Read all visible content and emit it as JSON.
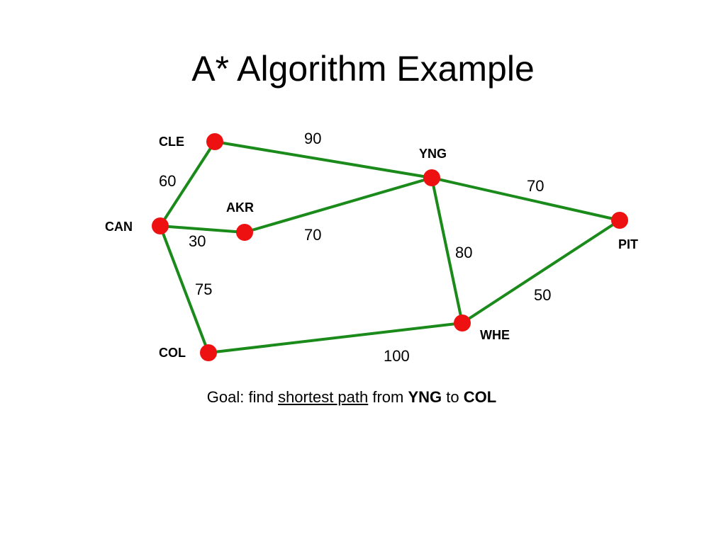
{
  "title": "A* Algorithm Example",
  "colors": {
    "node_fill": "#ee1111",
    "edge_stroke": "#1a8a1a"
  },
  "graph": {
    "nodes": [
      {
        "id": "CLE",
        "label": "CLE"
      },
      {
        "id": "YNG",
        "label": "YNG"
      },
      {
        "id": "CAN",
        "label": "CAN"
      },
      {
        "id": "AKR",
        "label": "AKR"
      },
      {
        "id": "PIT",
        "label": "PIT"
      },
      {
        "id": "WHE",
        "label": "WHE"
      },
      {
        "id": "COL",
        "label": "COL"
      }
    ],
    "edges": [
      {
        "from": "CLE",
        "to": "YNG",
        "weight": "90"
      },
      {
        "from": "CLE",
        "to": "CAN",
        "weight": "60"
      },
      {
        "from": "CAN",
        "to": "AKR",
        "weight": "30"
      },
      {
        "from": "AKR",
        "to": "YNG",
        "weight": "70"
      },
      {
        "from": "YNG",
        "to": "PIT",
        "weight": "70"
      },
      {
        "from": "YNG",
        "to": "WHE",
        "weight": "80"
      },
      {
        "from": "CAN",
        "to": "COL",
        "weight": "75"
      },
      {
        "from": "PIT",
        "to": "WHE",
        "weight": "50"
      },
      {
        "from": "COL",
        "to": "WHE",
        "weight": "100"
      }
    ]
  },
  "goal": {
    "prefix": "Goal: find ",
    "link_text": "shortest path",
    "middle": " from ",
    "start": "YNG",
    "connector": " to ",
    "end": "COL"
  }
}
